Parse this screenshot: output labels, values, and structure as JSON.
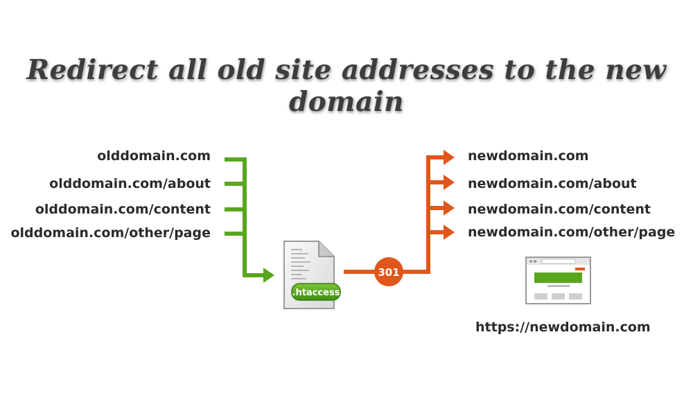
{
  "title": "Redirect all old site addresses to the new domain",
  "old_urls": [
    "olddomain.com",
    "olddomain.com/about",
    "olddomain.com/content",
    "olddomain.com/other/page"
  ],
  "new_urls": [
    "newdomain.com",
    "newdomain.com/about",
    "newdomain.com/content",
    "newdomain.com/other/page"
  ],
  "file_label": ".htaccess",
  "status_code": "301",
  "result_url": "https://newdomain.com",
  "colors": {
    "green": "#5aa51e",
    "orange": "#e0561b",
    "text": "#2b2b2b"
  },
  "icons": {
    "file": "document-icon",
    "browser": "browser-window-icon"
  }
}
